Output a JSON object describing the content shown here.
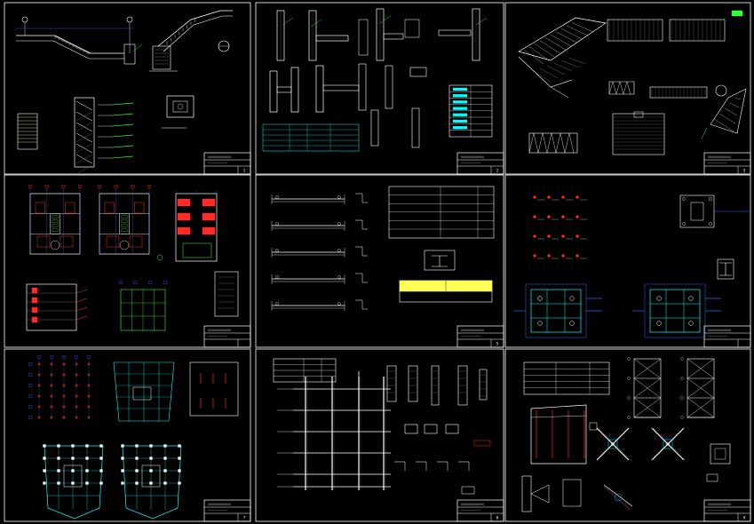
{
  "palette": {
    "background": "#000000",
    "frame": "#ffffff",
    "steel": "#00ffff",
    "column": "#ff2a2a",
    "dimension": "#2a6bff",
    "callout": "#33ff33",
    "member": "#c8c8c8",
    "highlight": "#ffff55",
    "accent": "#ff55ff"
  },
  "sheets": [
    {
      "id": "1",
      "theme": "stair-details"
    },
    {
      "id": "2",
      "theme": "connection-details"
    },
    {
      "id": "3",
      "theme": "truss-isometric"
    },
    {
      "id": "4",
      "theme": "floor-plans"
    },
    {
      "id": "5",
      "theme": "beam-schedule"
    },
    {
      "id": "6",
      "theme": "base-plates"
    },
    {
      "id": "7",
      "theme": "column-grid-plans"
    },
    {
      "id": "8",
      "theme": "frame-elevation"
    },
    {
      "id": "9",
      "theme": "bracing-details"
    }
  ],
  "title_blocks": [
    {
      "sheet": "1",
      "number": "1"
    },
    {
      "sheet": "2",
      "number": "2"
    },
    {
      "sheet": "3",
      "number": "3"
    },
    {
      "sheet": "4",
      "number": ""
    },
    {
      "sheet": "5",
      "number": "5"
    },
    {
      "sheet": "6",
      "number": ""
    },
    {
      "sheet": "7",
      "number": "7"
    },
    {
      "sheet": "8",
      "number": "8"
    },
    {
      "sheet": "9",
      "number": "9"
    }
  ]
}
